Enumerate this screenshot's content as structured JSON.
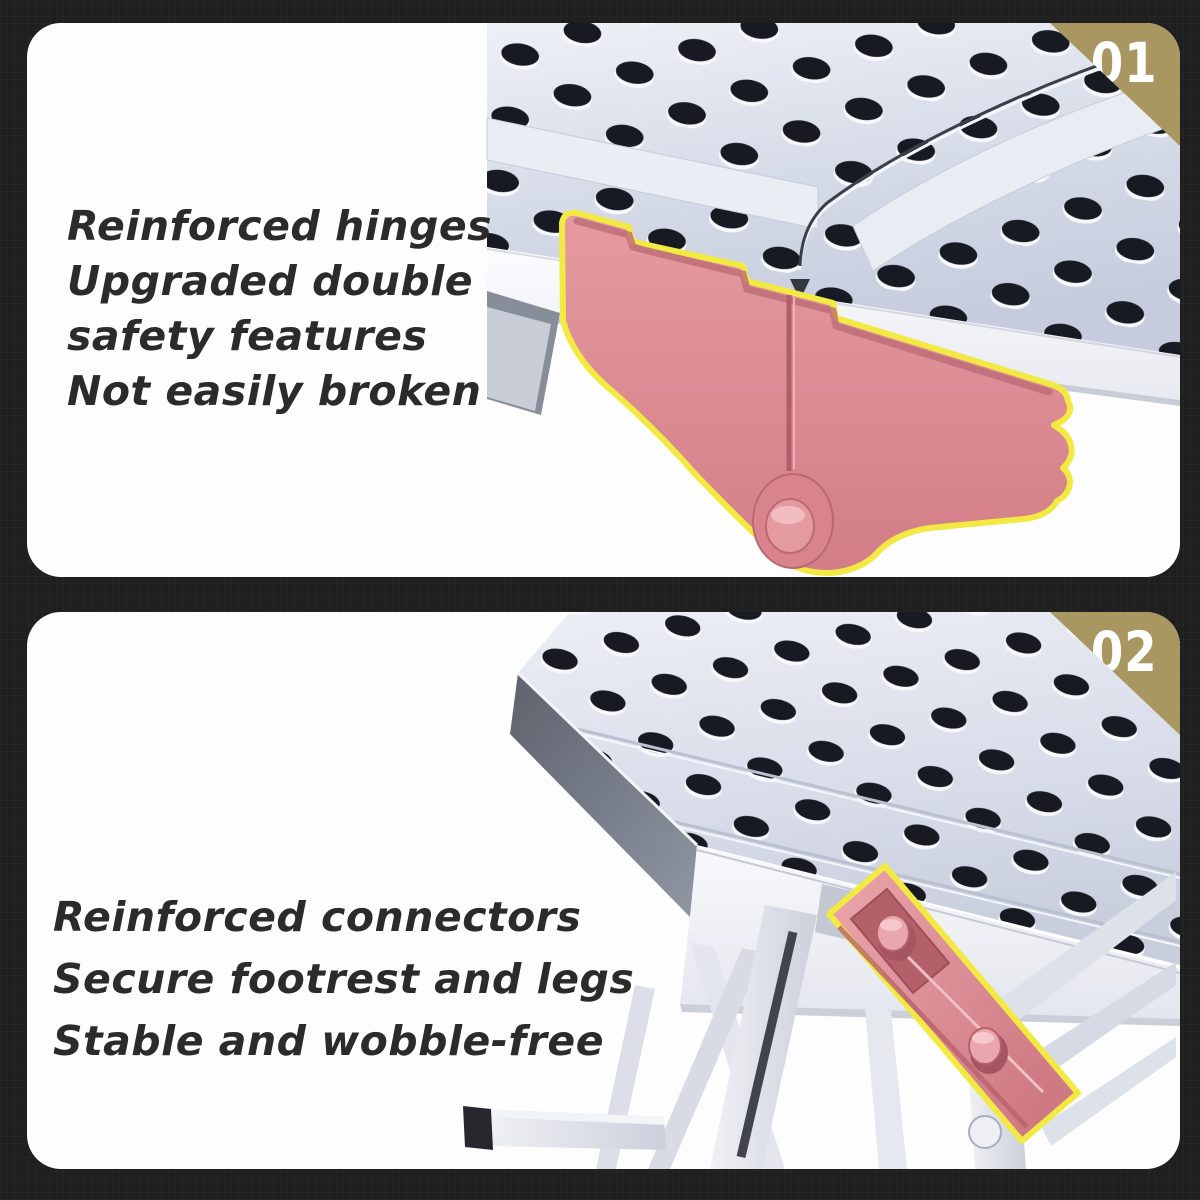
{
  "cards": [
    {
      "badge": "01",
      "lines": [
        "Reinforced hinges",
        "Upgraded double",
        "safety features",
        "Not easily broken"
      ]
    },
    {
      "badge": "02",
      "lines": [
        "Reinforced connectors",
        "Secure footrest and legs",
        "Stable and wobble-free"
      ]
    }
  ],
  "colors": {
    "background": "#1f1f1f",
    "card": "#fdfdfe",
    "badge_gold": "#a89760",
    "badge_text": "#ffffff",
    "headline_text": "#2b2b2b",
    "highlight_pink": "#de8a91",
    "highlight_outline_yellow": "#f2ea43",
    "metal_surface_light": "#dfe3ee",
    "metal_edge_white": "#f4f5f8"
  }
}
